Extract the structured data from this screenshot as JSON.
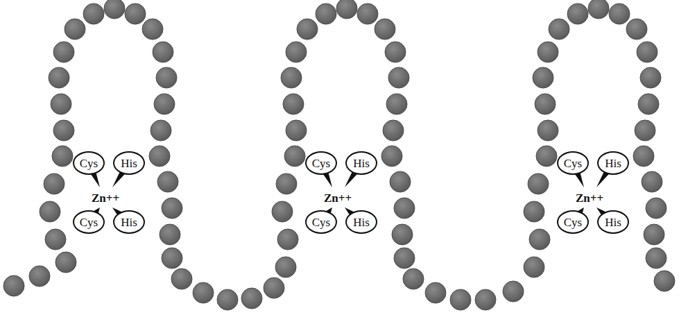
{
  "diagram": {
    "nodes": [
      {
        "text": [
          "Cys"
        ]
      },
      {
        "text": [
          "His"
        ]
      },
      {
        "text": [
          "Cys"
        ]
      },
      {
        "text": [
          "His"
        ]
      },
      {
        "text": [
          "Cys"
        ]
      },
      {
        "text": [
          "His"
        ]
      },
      {
        "text": [
          "Cys"
        ]
      },
      {
        "text": [
          "His"
        ]
      },
      {
        "text": [
          "Cys"
        ]
      },
      {
        "text": [
          "His"
        ]
      },
      {
        "text": [
          "Cys"
        ]
      },
      {
        "text": [
          "His"
        ]
      }
    ],
    "labels": [
      "Zn++",
      "Zn++",
      "Zn++"
    ]
  }
}
